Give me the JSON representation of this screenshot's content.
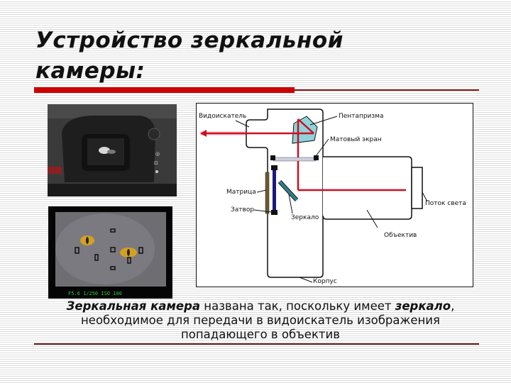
{
  "slide": {
    "title_line1": "Устройство зеркальной",
    "title_line2": "камеры:",
    "accent_color": "#cc0000"
  },
  "images": {
    "eyepiece_photo": "camera-eyepiece-photo",
    "viewfinder_photo": "viewfinder-cat-photo",
    "viewfinder_status": "F5.6 1/250 ISO 100"
  },
  "diagram": {
    "labels": {
      "viewfinder": "Видоискатель",
      "pentaprism": "Пентапризма",
      "focus_screen": "Матовый экран",
      "sensor": "Матрица",
      "shutter": "Затвор",
      "mirror": "Зеркало",
      "light_flow": "Поток света",
      "lens": "Объектив",
      "body": "Корпус"
    },
    "colors": {
      "light_ray": "#cc1020",
      "prism": "#8fd3dc",
      "mirror": "#2f7f8c",
      "sensor": "#6b5a2e",
      "shutter": "#1a1a80"
    }
  },
  "caption": {
    "bold1": "Зеркальная камера",
    "text1": " названа так, поскольку имеет ",
    "bold2": "зеркало",
    "text2": ",",
    "line2": "необходимое для передачи в видоискатель изображения",
    "line3": "попадающего в объектив"
  }
}
